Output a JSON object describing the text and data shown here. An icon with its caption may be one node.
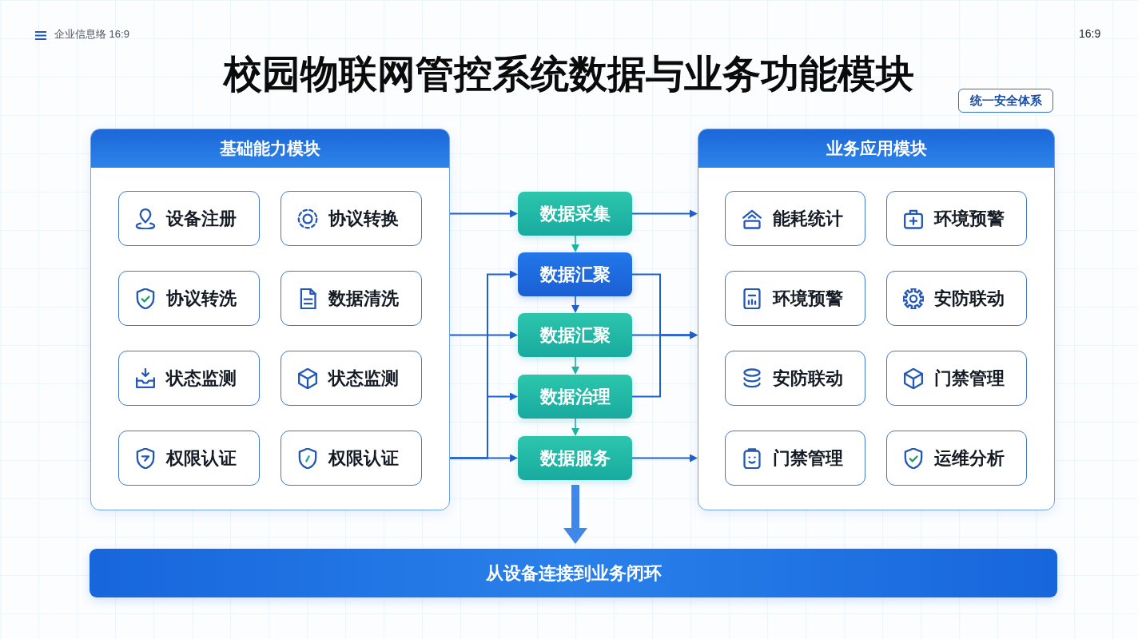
{
  "diagram": {
    "title": "校园物联网管控系统数据与业务功能模块",
    "nodes": [
      {
        "text": [
          "统一安全体系"
        ]
      },
      {
        "text": [
          "基础能力模块"
        ]
      },
      {
        "text": [
          "设备注册"
        ],
        "in": 1
      },
      {
        "text": [
          "协议转换"
        ],
        "in": 1
      },
      {
        "text": [
          "协议转洗"
        ],
        "in": 1
      },
      {
        "text": [
          "数据清洗"
        ],
        "in": 1
      },
      {
        "text": [
          "状态监测"
        ],
        "in": 1
      },
      {
        "text": [
          "状态监测"
        ],
        "in": 1
      },
      {
        "text": [
          "权限认证"
        ],
        "in": 1
      },
      {
        "text": [
          "权限认证"
        ],
        "in": 1
      },
      {
        "text": [
          "数据采集"
        ]
      },
      {
        "text": [
          "数据汇聚"
        ]
      },
      {
        "text": [
          "数据汇聚"
        ]
      },
      {
        "text": [
          "数据治理"
        ]
      },
      {
        "text": [
          "数据服务"
        ]
      },
      {
        "text": [
          "业务应用模块"
        ]
      },
      {
        "text": [
          "能耗统计"
        ],
        "in": 15
      },
      {
        "text": [
          "环境预警"
        ],
        "in": 15
      },
      {
        "text": [
          "环境预警"
        ],
        "in": 15
      },
      {
        "text": [
          "安防联动"
        ],
        "in": 15
      },
      {
        "text": [
          "安防联动"
        ],
        "in": 15
      },
      {
        "text": [
          "门禁管理"
        ],
        "in": 15
      },
      {
        "text": [
          "门禁管理"
        ],
        "in": 15
      },
      {
        "text": [
          "运维分析"
        ],
        "in": 15
      },
      {
        "text": [
          "从设备连接到业务闭环"
        ]
      }
    ],
    "edges": [
      {
        "from": 1,
        "to": 10,
        "arrow": "to"
      },
      {
        "from": 1,
        "to": 12,
        "arrow": "to"
      },
      {
        "from": 1,
        "to": 11,
        "arrow": "to"
      },
      {
        "from": 1,
        "to": 13,
        "arrow": "to"
      },
      {
        "from": 1,
        "to": 14,
        "arrow": "to"
      },
      {
        "from": 10,
        "to": 11,
        "arrow": "to",
        "color": "#1fb3a3"
      },
      {
        "from": 11,
        "to": 12,
        "arrow": "to"
      },
      {
        "from": 12,
        "to": 13,
        "arrow": "to",
        "color": "#1fb3a3"
      },
      {
        "from": 13,
        "to": 14,
        "arrow": "to",
        "color": "#1fb3a3"
      },
      {
        "from": 10,
        "to": 15,
        "arrow": "to"
      },
      {
        "from": 11,
        "to": 15,
        "arrow": "to"
      },
      {
        "from": 12,
        "to": 15,
        "arrow": "to"
      },
      {
        "from": 13,
        "to": 15,
        "arrow": "to"
      },
      {
        "from": 14,
        "to": 15,
        "arrow": "to"
      },
      {
        "from": 14,
        "to": 24,
        "arrow": "to",
        "style": "thick",
        "color": "#3f88ea"
      }
    ],
    "labels": [
      "企业信息络 16:9",
      "16:9"
    ]
  }
}
